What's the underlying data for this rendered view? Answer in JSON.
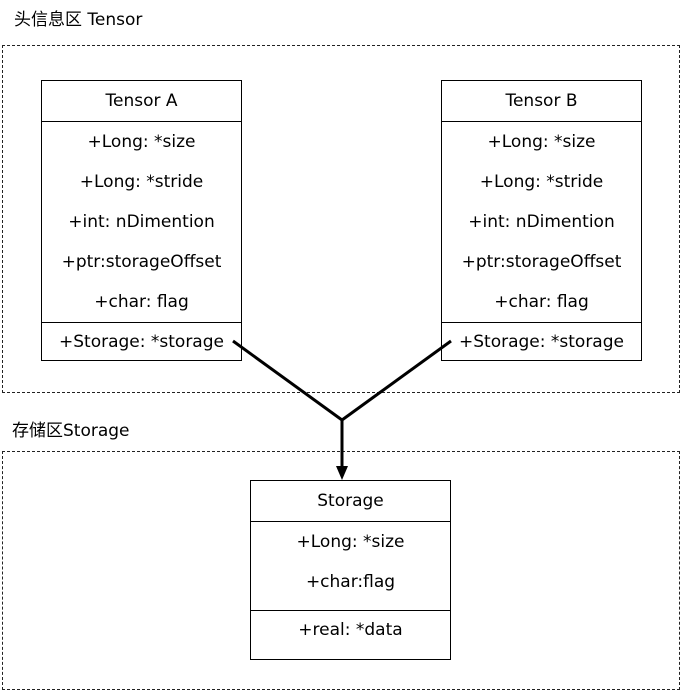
{
  "regions": {
    "header": {
      "label": "头信息区 Tensor"
    },
    "storage": {
      "label": "存储区Storage"
    }
  },
  "boxes": {
    "tensor_a": {
      "title": "Tensor A",
      "attributes": [
        "+Long: *size",
        "+Long: *stride",
        "+int: nDimention",
        "+ptr:storageOffset",
        "+char: flag"
      ],
      "methods": [
        "+Storage: *storage"
      ]
    },
    "tensor_b": {
      "title": "Tensor B",
      "attributes": [
        "+Long: *size",
        "+Long: *stride",
        "+int: nDimention",
        "+ptr:storageOffset",
        "+char: flag"
      ],
      "methods": [
        "+Storage: *storage"
      ]
    },
    "storage": {
      "title": "Storage",
      "attributes": [
        "+Long: *size",
        "+char:flag"
      ],
      "methods": [
        "+real: *data"
      ]
    }
  },
  "colors": {
    "line": "#000000",
    "dash": "#222222"
  }
}
